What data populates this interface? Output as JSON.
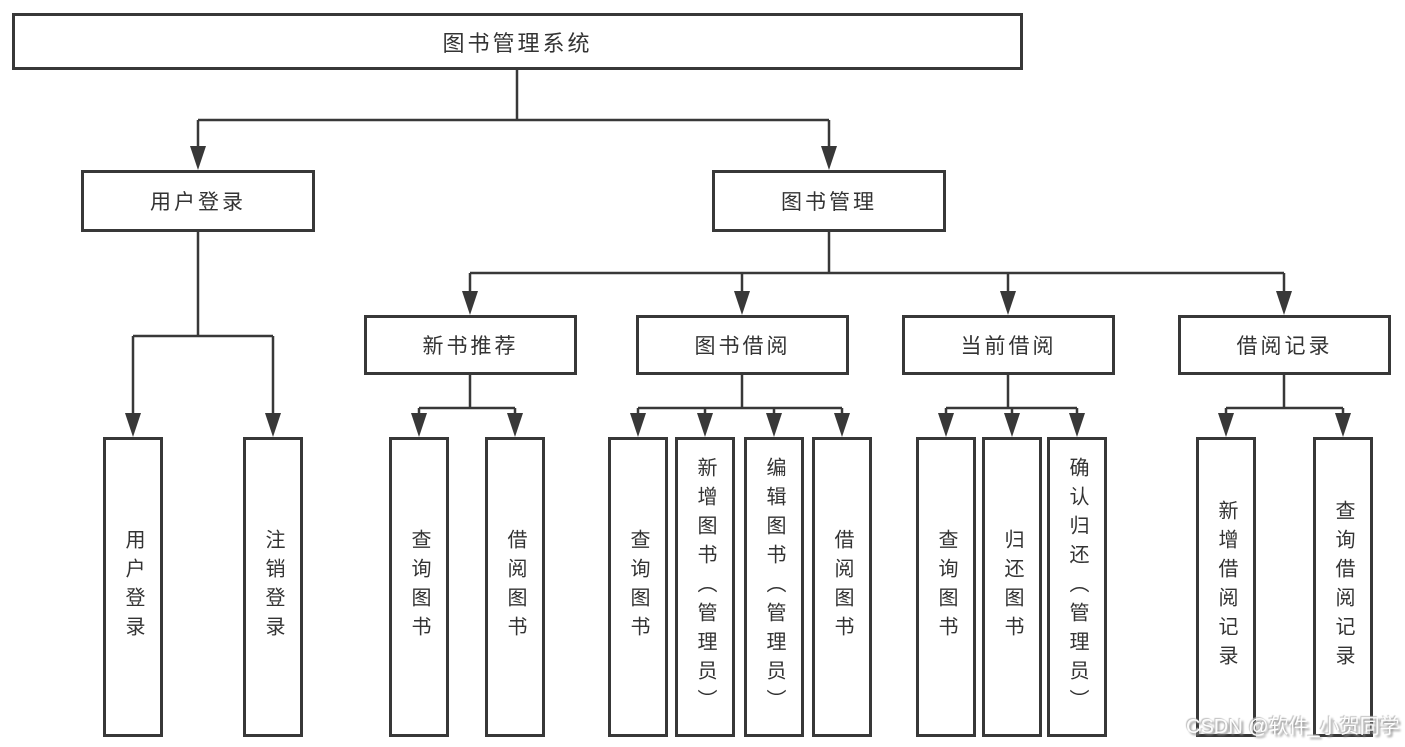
{
  "nodes": {
    "root": {
      "label": "图书管理系统"
    },
    "level2": [
      {
        "id": "user-login",
        "label": "用户登录"
      },
      {
        "id": "book-management",
        "label": "图书管理"
      }
    ],
    "level3": [
      {
        "id": "new-book-recommend",
        "label": "新书推荐"
      },
      {
        "id": "book-borrow",
        "label": "图书借阅"
      },
      {
        "id": "current-borrow",
        "label": "当前借阅"
      },
      {
        "id": "borrow-records",
        "label": "借阅记录"
      }
    ],
    "leaves": {
      "user_login": [
        "用户登录",
        "注销登录"
      ],
      "new_book_recommend": [
        "查询图书",
        "借阅图书"
      ],
      "book_borrow": [
        "查询图书",
        "新增图书（管理员）",
        "编辑图书（管理员）",
        "借阅图书"
      ],
      "current_borrow": [
        "查询图书",
        "归还图书",
        "确认归还（管理员）"
      ],
      "borrow_records": [
        "新增借阅记录",
        "查询借阅记录"
      ]
    }
  },
  "watermark": {
    "text": "CSDN @软件_小贺同学"
  },
  "colors": {
    "line": "#383838",
    "box_border": "#383838",
    "text": "#333333",
    "background": "#ffffff",
    "watermark_text": "#fdfdfd",
    "watermark_shadow": "#8c8c8c"
  }
}
